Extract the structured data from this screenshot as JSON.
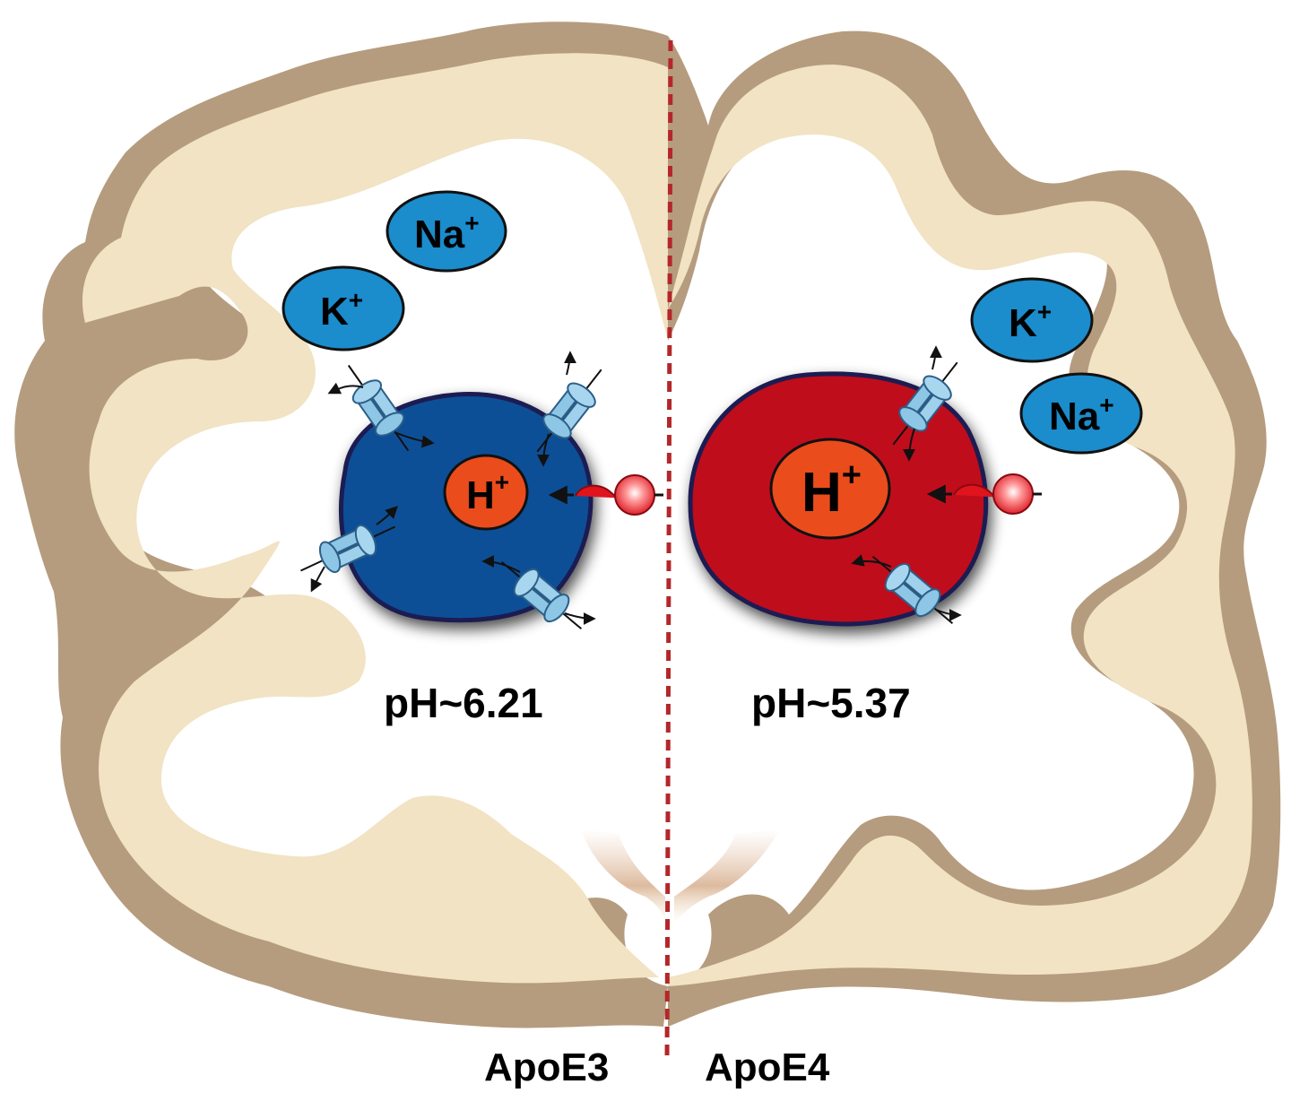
{
  "colors": {
    "tissue_fill": "#f1e3c3",
    "cortex": "#b59c7e",
    "divider": "#b3272a",
    "vesicle_e3": "#0f4f96",
    "vesicle_e4": "#bf0a1e",
    "vesicle_outline": "#1a1a52",
    "proton": "#ea4c1c",
    "ion_fill": "#1b8ccc",
    "channel": "#8ec6e6",
    "exchanger": "#e0141d"
  },
  "left": {
    "genotype": "ApoE3",
    "ph": "pH~6.21",
    "proton": "H",
    "ions": [
      {
        "base": "Na",
        "charge": "+"
      },
      {
        "base": "K",
        "charge": "+"
      }
    ]
  },
  "right": {
    "genotype": "ApoE4",
    "ph": "pH~5.37",
    "proton": "H",
    "ions": [
      {
        "base": "K",
        "charge": "+"
      },
      {
        "base": "Na",
        "charge": "+"
      }
    ]
  },
  "proton_charge": "+",
  "icons": {
    "channel": "ion-channel-icon",
    "exchanger": "proton-pump-icon"
  }
}
